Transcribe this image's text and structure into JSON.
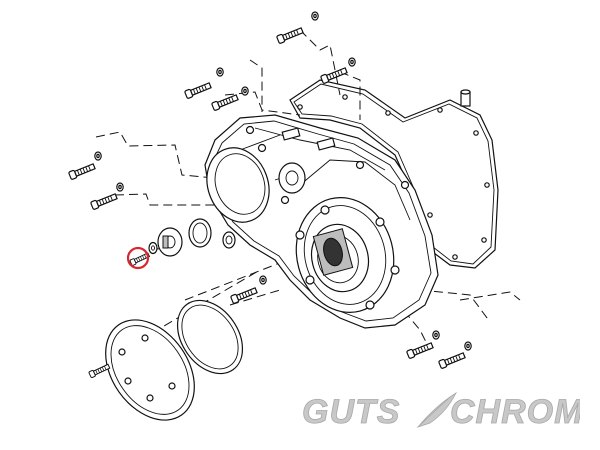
{
  "brand": {
    "left_word": "GUTS",
    "right_word": "CHROME",
    "text_color": "#c8c8c8"
  },
  "highlight": {
    "color": "#d7262e",
    "item": "screw"
  }
}
